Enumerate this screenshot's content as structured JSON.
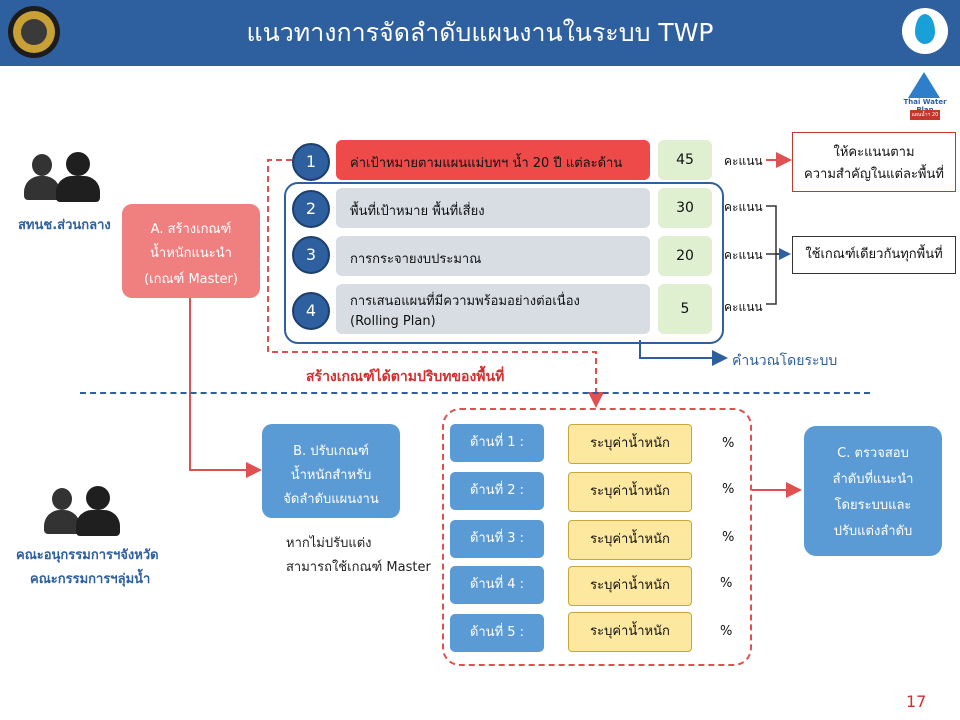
{
  "header": {
    "title": "แนวทางการจัดลำดับแผนงานในระบบ  TWP"
  },
  "logos": {
    "right_badge_text": "Thai Water Plan",
    "right_badge_tag": "แผนน้ำฯ 20"
  },
  "actors": {
    "central": "สทนช.ส่วนกลาง",
    "province_line1": "คณะอนุกรรมการฯจังหวัด",
    "province_line2": "คณะกรรมการฯลุ่มน้ำ"
  },
  "box_a": {
    "line1": "A. สร้างเกณฑ์",
    "line2": "น้ำหนักแนะนำ",
    "line3": "(เกณฑ์  Master)"
  },
  "criteria": [
    {
      "num": "1",
      "label": "ค่าเป้าหมายตามแผนแม่บทฯ  น้ำ 20 ปี แต่ละด้าน",
      "label2": "",
      "score": "45",
      "unit": "คะแนน"
    },
    {
      "num": "2",
      "label": "พื้นที่เป้าหมาย  พื้นที่เสี่ยง",
      "label2": "",
      "score": "30",
      "unit": "คะแนน"
    },
    {
      "num": "3",
      "label": "การกระจายงบประมาณ",
      "label2": "",
      "score": "20",
      "unit": "คะแนน"
    },
    {
      "num": "4",
      "label": "การเสนอแผนที่มีความพร้อมอย่างต่อเนื่อง",
      "label2": "(Rolling Plan)",
      "score": "5",
      "unit": "คะแนน"
    }
  ],
  "notes": {
    "area_importance_line1": "ให้คะแนนตาม",
    "area_importance_line2": "ความสำคัญในแต่ละพื้นที่",
    "same_criteria": "ใช้เกณฑ์เดียวกันทุกพื้นที่",
    "computed": "คำนวณโดยระบบ",
    "area_criteria": "สร้างเกณฑ์ได้ตามปริบทของพื้นที่"
  },
  "box_b": {
    "line1": "B. ปรับเกณฑ์",
    "line2": "น้ำหนักสำหรับ",
    "line3": "จัดลำดับแผนงาน"
  },
  "no_adjust": {
    "line1": "หากไม่ปรับแต่ง",
    "line2": "สามารถใช้เกณฑ์  Master"
  },
  "sides": [
    {
      "label": "ด้านที่  1 :",
      "weight": "ระบุค่าน้ำหนัก",
      "pct": "%"
    },
    {
      "label": "ด้านที่  2 :",
      "weight": "ระบุค่าน้ำหนัก",
      "pct": "%"
    },
    {
      "label": "ด้านที่  3 :",
      "weight": "ระบุค่าน้ำหนัก",
      "pct": "%"
    },
    {
      "label": "ด้านที่  4 :",
      "weight": "ระบุค่าน้ำหนัก",
      "pct": "%"
    },
    {
      "label": "ด้านที่  5 :",
      "weight": "ระบุค่าน้ำหนัก",
      "pct": "%"
    }
  ],
  "box_c": {
    "line1": "C. ตรวจสอบ",
    "line2": "ลำดับที่แนะนำ",
    "line3": "โดยระบบและ",
    "line4": "ปรับแต่งลำดับ"
  },
  "page_number": "17",
  "colors": {
    "header": "#2e5f9e",
    "red": "#ee4a4a",
    "blue_box": "#5b9bd5",
    "pink_box": "#f08080",
    "score_green": "#dff0d0",
    "weight_yellow": "#fde8a0"
  }
}
